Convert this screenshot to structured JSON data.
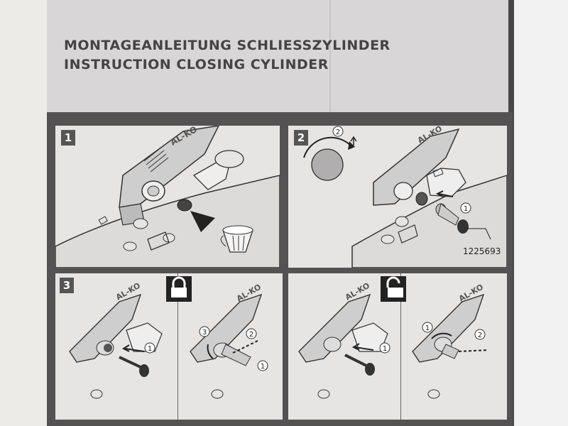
{
  "title": {
    "line1": "MONTAGEANLEITUNG SCHLIESSZYLINDER",
    "line2": "INSTRUCTION CLOSING CYLINDER"
  },
  "brand": "AL-KO",
  "steps": [
    {
      "number": "1"
    },
    {
      "number": "2",
      "part_number": "1225693"
    },
    {
      "number": "3"
    }
  ],
  "callouts": [
    "1",
    "2",
    "3"
  ],
  "icons": [
    "padlock-locked-icon",
    "padlock-unlocked-icon",
    "key-icon",
    "cup-icon"
  ]
}
